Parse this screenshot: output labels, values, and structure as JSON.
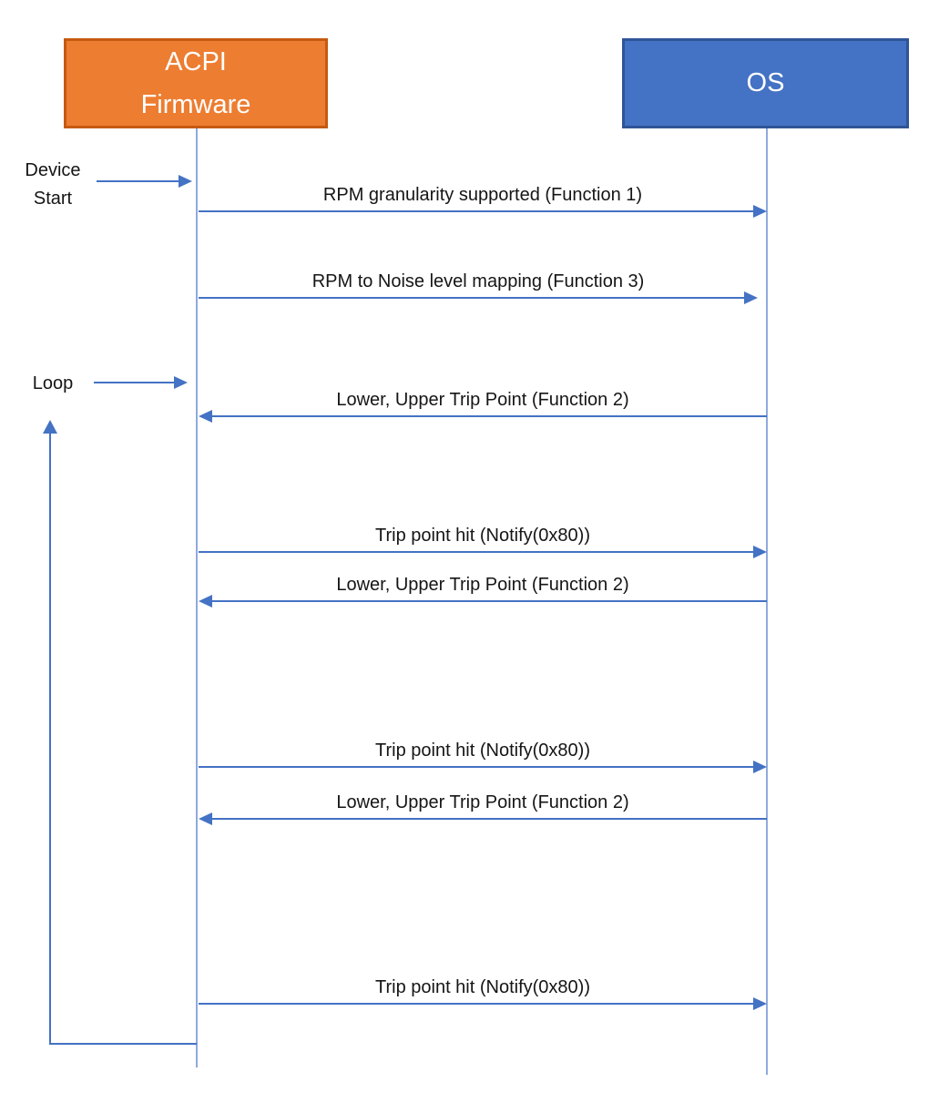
{
  "actors": {
    "acpi": {
      "lines": [
        "ACPI",
        "Firmware"
      ]
    },
    "os": {
      "label": "OS"
    }
  },
  "annotations": {
    "device_start": "Device Start",
    "loop": "Loop"
  },
  "messages": [
    {
      "label": "RPM granularity supported (Function 1)",
      "from": "ACPI Firmware",
      "to": "OS",
      "direction": "right"
    },
    {
      "label": "RPM to Noise level mapping (Function 3)",
      "from": "ACPI Firmware",
      "to": "OS",
      "direction": "right"
    },
    {
      "label": "Lower, Upper Trip Point (Function 2)",
      "from": "OS",
      "to": "ACPI Firmware",
      "direction": "left"
    },
    {
      "label": "Trip point hit (Notify(0x80))",
      "from": "ACPI Firmware",
      "to": "OS",
      "direction": "right"
    },
    {
      "label": "Lower, Upper Trip Point (Function 2)",
      "from": "OS",
      "to": "ACPI Firmware",
      "direction": "left"
    },
    {
      "label": "Trip point hit (Notify(0x80))",
      "from": "ACPI Firmware",
      "to": "OS",
      "direction": "right"
    },
    {
      "label": "Lower, Upper Trip Point (Function 2)",
      "from": "OS",
      "to": "ACPI Firmware",
      "direction": "left"
    },
    {
      "label": "Trip point hit (Notify(0x80))",
      "from": "ACPI Firmware",
      "to": "OS",
      "direction": "right"
    }
  ],
  "colors": {
    "orange_fill": "#ED7D31",
    "orange_border": "#C55A11",
    "blue_fill": "#4472C4",
    "blue_border": "#2F5597",
    "arrow": "#4472C4",
    "lifeline": "#8FA9DC",
    "text": "#151515"
  }
}
